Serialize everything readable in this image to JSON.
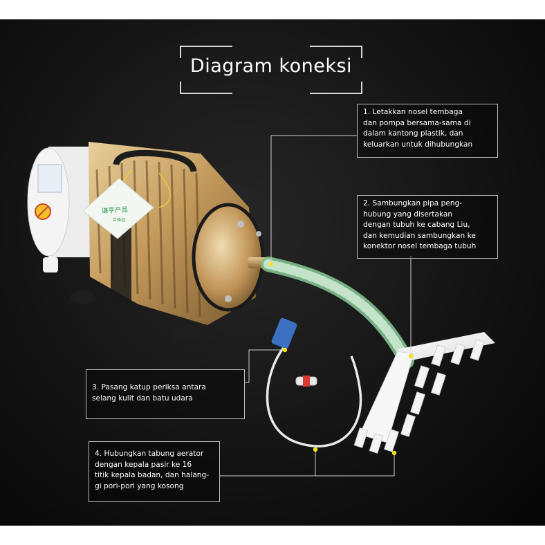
{
  "title": "Diagram koneksi",
  "product_tag": {
    "line1": "谦亨产品",
    "line2": "合格证"
  },
  "callouts": [
    {
      "lines": [
        "1. Letakkan nosel tembaga",
        "dan pompa bersama-sama di",
        "dalam kantong plastik, dan",
        "keluarkan untuk dihubungkan"
      ]
    },
    {
      "lines": [
        "2. Sambungkan pipa peng-",
        "hubung yang disertakan",
        "dengan tubuh ke cabang Liu,",
        "dan kemudian sambungkan ke",
        "konektor nosel tembaga tubuh"
      ]
    },
    {
      "lines": [
        "3. Pasang katup periksa antara",
        "selang kulit dan batu udara"
      ]
    },
    {
      "lines": [
        "4. Hubungkan tabung aerator",
        "dengan kepala pasir ke 16",
        "titik kepala badan, dan halang-",
        "gi pori-pori yang kosong"
      ]
    }
  ],
  "colors": {
    "background": "#111111",
    "leader_line": "#cfcfcf",
    "marker_dot": "#f2e21a",
    "pump_gold": "#c49a5c",
    "hose_green": "#9ed0a8",
    "airstone_blue": "#3b6fc2",
    "check_valve_red": "#d93b2e"
  }
}
